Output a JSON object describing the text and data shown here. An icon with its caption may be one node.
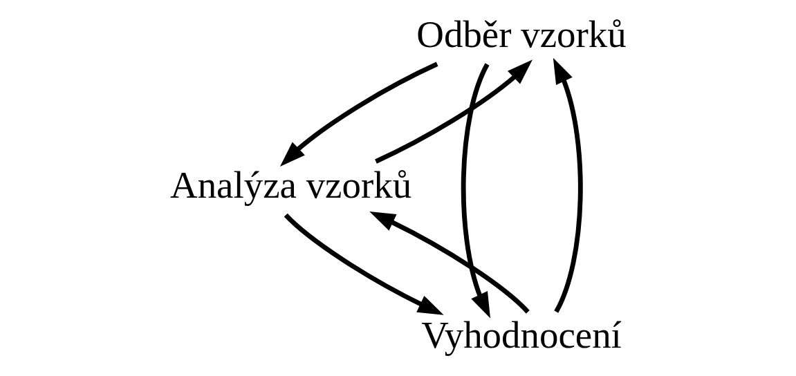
{
  "diagram": {
    "nodes": [
      {
        "text": [
          "Odběr vzorků"
        ]
      },
      {
        "text": [
          "Analýza vzorků"
        ]
      },
      {
        "text": [
          "Vyhodnocení"
        ]
      }
    ],
    "edges": [
      {
        "from": 0,
        "to": 1,
        "arrow": "to"
      },
      {
        "from": 1,
        "to": 0,
        "arrow": "to"
      },
      {
        "from": 0,
        "to": 2,
        "arrow": "to"
      },
      {
        "from": 2,
        "to": 0,
        "arrow": "to"
      },
      {
        "from": 2,
        "to": 1,
        "arrow": "to"
      },
      {
        "from": 1,
        "to": 2,
        "arrow": "to"
      }
    ]
  }
}
